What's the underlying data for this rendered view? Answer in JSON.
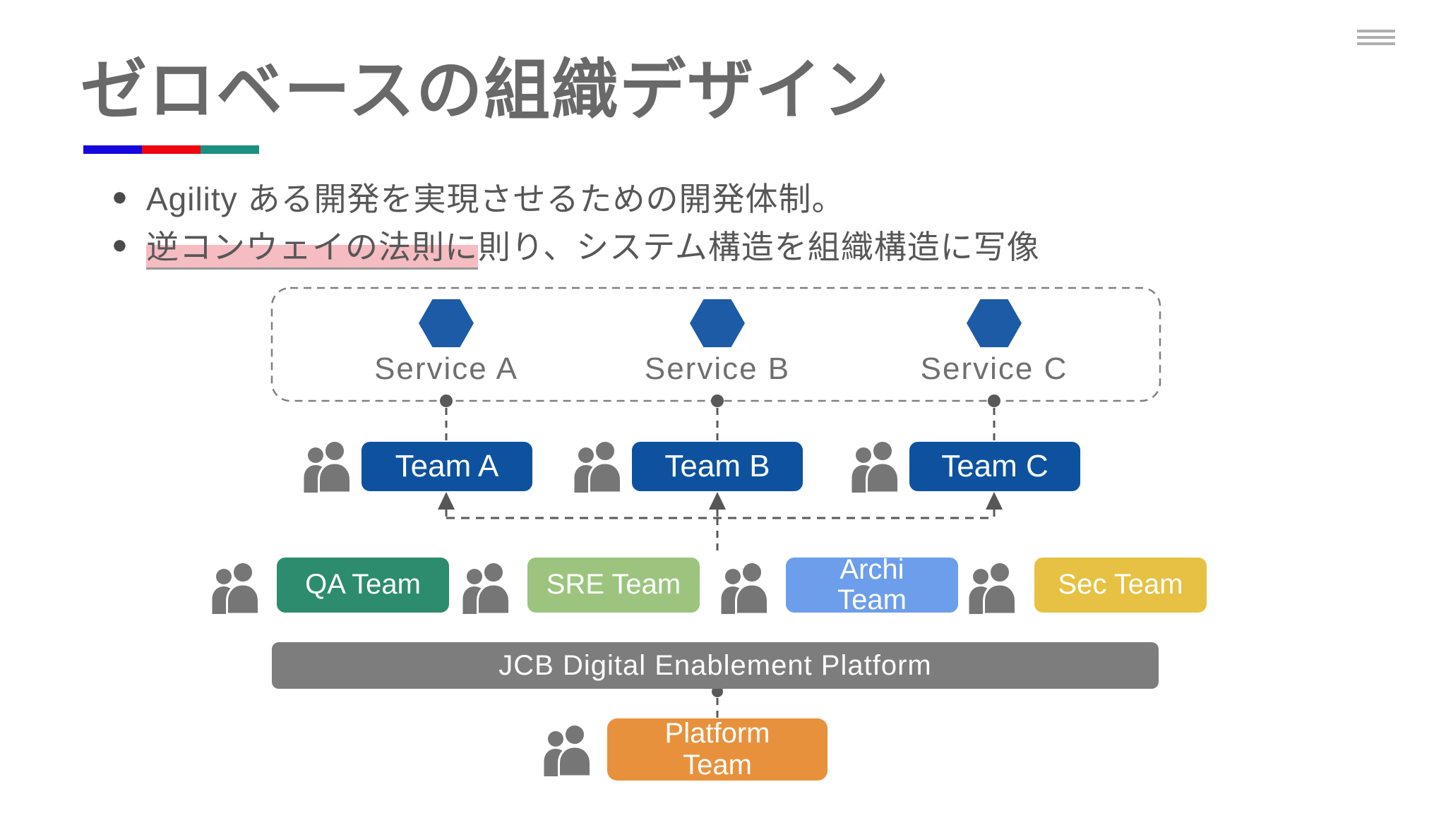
{
  "window": {
    "menu_icon": "hamburger-menu"
  },
  "slide": {
    "title": "ゼロベースの組織デザイン",
    "underline_colors": [
      "#1607dd",
      "#ee0510",
      "#1b9080"
    ],
    "bullets": {
      "marker": "●",
      "item1": "Agility ある開発を実現させるための開発体制。",
      "item2_highlighted": "逆コンウェイの法則に",
      "item2_rest": "則り、システム構造を組織構造に写像",
      "highlight_color": "#f2a6ae",
      "underline_color": "#979797"
    }
  },
  "diagram": {
    "services_group": {
      "hexagon_color": "#1e5ba6",
      "border_color": "#7f7f7f",
      "services": [
        {
          "label": "Service A"
        },
        {
          "label": "Service B"
        },
        {
          "label": "Service C"
        }
      ]
    },
    "stream_teams": {
      "color": "#0e529f",
      "items": [
        {
          "label": "Team A"
        },
        {
          "label": "Team B"
        },
        {
          "label": "Team C"
        }
      ]
    },
    "support_teams": {
      "qa": {
        "label": "QA Team",
        "color": "#2d8c6e"
      },
      "sre": {
        "label": "SRE Team",
        "color": "#9cc47e"
      },
      "archi": {
        "line1": "Archi",
        "line2": "Team",
        "color": "#6d9eeb"
      },
      "sec": {
        "label": "Sec Team",
        "color": "#e7c143"
      }
    },
    "platform_bar": {
      "label": "JCB Digital Enablement Platform",
      "color": "#7d7d7d"
    },
    "platform_team": {
      "line1": "Platform",
      "line2": "Team",
      "color": "#e8913c"
    },
    "people_icon_color": "#767676",
    "connector_color": "#595959"
  }
}
